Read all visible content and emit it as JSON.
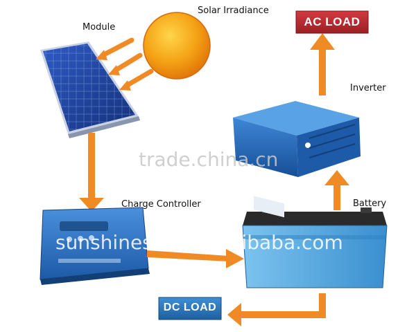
{
  "labels": {
    "module": "Module",
    "solar_irradiance": "Solar Irradiance",
    "inverter": "Inverter",
    "charge_controller": "Charge Controller",
    "battery": "Battery"
  },
  "loads": {
    "ac": "AC LOAD",
    "dc": "DC LOAD"
  },
  "watermarks": {
    "site": "trade.china.cn",
    "brand": "sunshinesolar.en.alibaba.com"
  },
  "colors": {
    "arrow": "#f08a24",
    "load_box": "#b3272d",
    "dc_box": "#2a74b4",
    "panel": "#1d3f9c",
    "sun": "#f5a316",
    "device_blue": "#1f5ea8",
    "battery": "#4fa6dd"
  }
}
